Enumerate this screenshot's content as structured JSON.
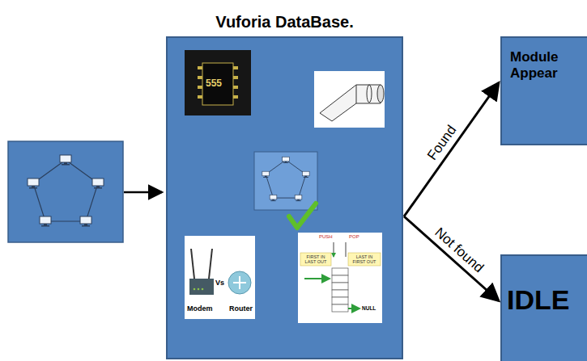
{
  "diagram": {
    "nodes": [
      {
        "text": [
          "Vuforia DataBase."
        ]
      },
      {
        "text": [
          "Module Appear"
        ]
      },
      {
        "text": [
          "IDLE"
        ]
      }
    ],
    "edges": [
      {
        "from": 0,
        "to": 1,
        "label": "Found",
        "arrow": "to"
      },
      {
        "from": 0,
        "to": 2,
        "label": "Not found",
        "arrow": "to"
      }
    ],
    "labels": [
      "555",
      "Modem",
      "Vs",
      "Router",
      "PUSH",
      "POP",
      "FIRST IN LAST OUT",
      "LAST IN FIRST OUT",
      "NULL"
    ]
  }
}
